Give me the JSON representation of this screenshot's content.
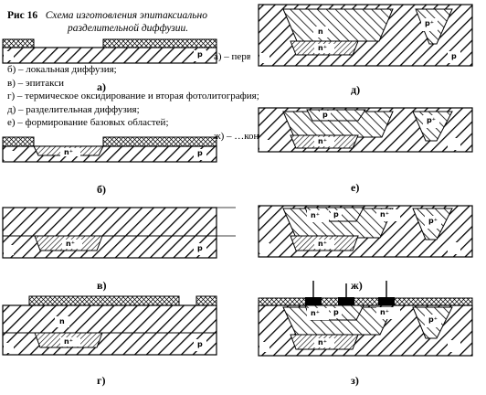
{
  "figure": {
    "number": "Рис 16",
    "title_line1": "Схема изготовления эпитаксиально",
    "title_line2": "разделительной диффузии.",
    "steps": [
      "а) – первая фот",
      "б) – локальная диффузия;",
      "в) – эпитакси",
      "г) – термическое оксидирование и вторая фотолитография;",
      "д) – разделительная диффузия;",
      "е) – формирование базовых областей;",
      "ж) – …контакт…"
    ]
  },
  "panels": [
    {
      "label": "а)"
    },
    {
      "label": "б)"
    },
    {
      "label": "в)"
    },
    {
      "label": "г)"
    },
    {
      "label": "д)"
    },
    {
      "label": "е)"
    },
    {
      "label": "ж)"
    },
    {
      "label": "з)"
    }
  ],
  "region_labels": {
    "p": "p",
    "n": "n",
    "n_plus": "n⁺",
    "p_plus": "p⁺"
  }
}
